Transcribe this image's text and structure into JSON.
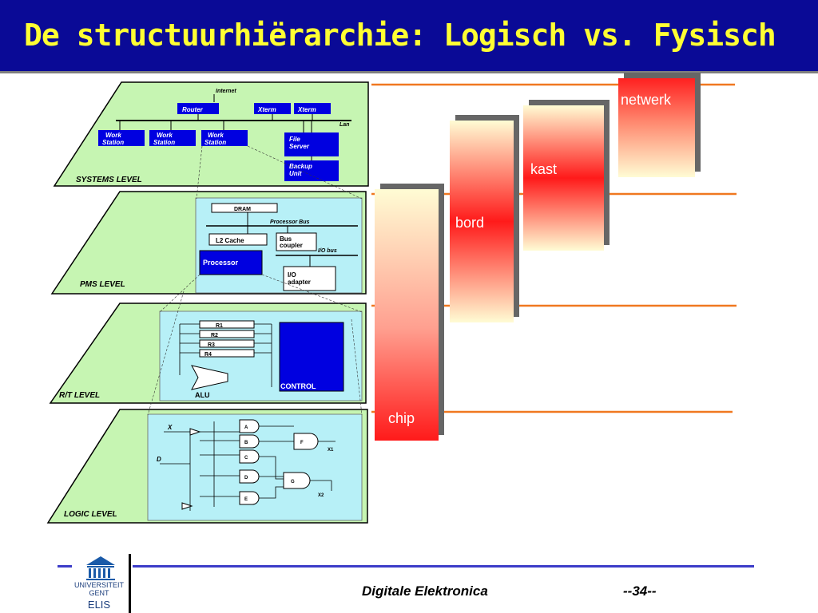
{
  "title": "De structuurhiërarchie: Logisch vs. Fysisch",
  "footer": {
    "course": "Digitale Elektronica",
    "page": "--34--"
  },
  "logo": {
    "line1": "UNIVERSITEIT",
    "line2": "GENT",
    "line3": "ELIS"
  },
  "levels": {
    "systems": {
      "label": "SYSTEMS LEVEL",
      "internet": "Internet",
      "lan": "Lan",
      "router": "Router",
      "xterm1": "Xterm",
      "xterm2": "Xterm",
      "ws1": [
        "Work",
        "Station"
      ],
      "ws2": [
        "Work",
        "Station"
      ],
      "ws3": [
        "Work",
        "Station"
      ],
      "fileserver": [
        "File",
        "Server"
      ],
      "backup": [
        "Backup",
        "Unit"
      ]
    },
    "pms": {
      "label": "PMS LEVEL",
      "dram": "DRAM",
      "procbus": "Processor Bus",
      "l2": "L2 Cache",
      "buscoupler": [
        "Bus",
        "coupler"
      ],
      "iobus": "I/O bus",
      "processor": "Processor",
      "ioadapter": [
        "I/O",
        "adapter"
      ]
    },
    "rt": {
      "label": "R/T LEVEL",
      "regs": [
        "R1",
        "R2",
        "R3",
        "R4"
      ],
      "alu": "ALU",
      "control": "CONTROL"
    },
    "logic": {
      "label": "LOGIC LEVEL",
      "inputs": [
        "X",
        "D"
      ],
      "gates": [
        "A",
        "B",
        "C",
        "D",
        "E",
        "F",
        "G"
      ],
      "outputs": [
        "X1",
        "X2"
      ]
    }
  },
  "physical": {
    "chip": "chip",
    "bord": "bord",
    "kast": "kast",
    "netwerk": "netwerk"
  },
  "colors": {
    "title_bg": "#0a0a96",
    "title_text": "#ffff33",
    "level_green": "#c6f5b2",
    "level_cyan": "#b7f0f7",
    "box_blue": "#0000e0",
    "orange_line": "#f07820",
    "footer_line": "#3c3cc8"
  }
}
